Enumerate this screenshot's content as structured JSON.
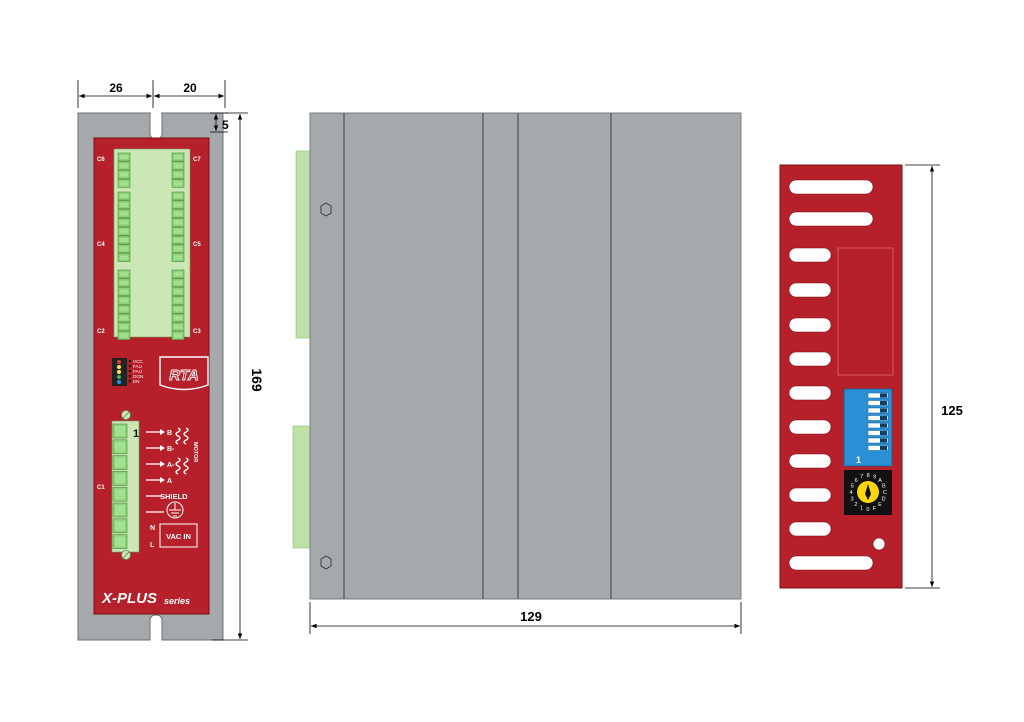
{
  "dimensions": {
    "front_width_left": "26",
    "front_width_right": "20",
    "slot_depth": "5",
    "front_height": "169",
    "side_length": "129",
    "back_height": "125"
  },
  "front_panel": {
    "connector_labels": {
      "c6": "C6",
      "c7": "C7",
      "c4": "C4",
      "c5": "C5",
      "c2": "C2",
      "c3": "C3",
      "c1": "C1"
    },
    "leds": [
      "VCC",
      "FAU",
      "FAU",
      "DGN",
      "EN"
    ],
    "logo": "RTA",
    "pin_one": "1",
    "motor_outputs": [
      "B",
      "B-",
      "A-",
      "A"
    ],
    "motor_label": "MOTOR",
    "shield_label": "SHIELD",
    "neutral_label": "N",
    "line_label": "L",
    "vac_label": "VAC IN",
    "brand": "X-PLUS",
    "series": "series"
  },
  "back_panel": {
    "dip_marker": "1",
    "rotary_digits": [
      "7",
      "8",
      "9",
      "A",
      "B",
      "C",
      "D",
      "E",
      "F",
      "0",
      "1",
      "2",
      "3",
      "4",
      "5",
      "6"
    ]
  },
  "colors": {
    "red": "#b5202a",
    "dark_red": "#7a0f16",
    "gray": "#a6a9ab",
    "green": "#8dd37a",
    "terminal_bg": "#cbe7b5",
    "blue_dip": "#2b8fd6",
    "yellow_knob": "#ffd60a"
  }
}
